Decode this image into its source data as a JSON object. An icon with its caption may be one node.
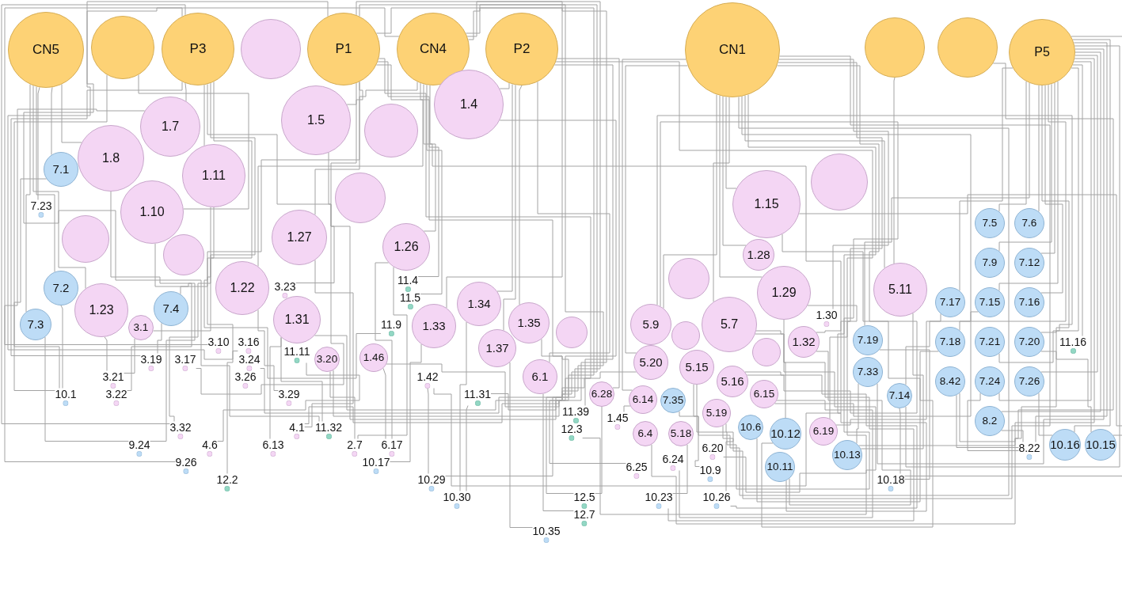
{
  "diagram": {
    "nodes": [
      {
        "text": [
          "CN5"
        ]
      },
      {
        "text": [],
        "shape": "circle"
      },
      {
        "text": [
          "P3"
        ]
      },
      {
        "text": [
          "P1"
        ]
      },
      {
        "text": [
          "CN4"
        ]
      },
      {
        "text": [
          "P2"
        ]
      },
      {
        "text": [
          "CN1"
        ]
      },
      {
        "text": [],
        "shape": "circle"
      },
      {
        "text": [],
        "shape": "circle"
      },
      {
        "text": [
          "P5"
        ]
      },
      {
        "text": [],
        "shape": "circle"
      },
      {
        "text": [],
        "shape": "circle"
      },
      {
        "text": [
          "1.5"
        ]
      },
      {
        "text": [
          "1.4"
        ]
      },
      {
        "text": [
          "1.7"
        ]
      },
      {
        "text": [
          "1.8"
        ]
      },
      {
        "text": [
          "7.1"
        ]
      },
      {
        "text": [],
        "shape": "circle"
      },
      {
        "text": [
          "1.11"
        ]
      },
      {
        "text": [],
        "shape": "circle"
      },
      {
        "text": [
          "1.15"
        ]
      },
      {
        "text": [
          "7.23"
        ]
      },
      {
        "text": [
          "1.10"
        ]
      },
      {
        "text": [],
        "shape": "circle"
      },
      {
        "text": [
          "7.5"
        ]
      },
      {
        "text": [
          "1.27"
        ]
      },
      {
        "text": [
          "7.6"
        ]
      },
      {
        "text": [
          "1.26"
        ]
      },
      {
        "text": [
          "1.28"
        ]
      },
      {
        "text": [],
        "shape": "circle"
      },
      {
        "text": [
          "7.9"
        ]
      },
      {
        "text": [
          "7.12"
        ]
      },
      {
        "text": [
          "11.4"
        ]
      },
      {
        "text": [
          "7.2"
        ]
      },
      {
        "text": [
          "1.22"
        ]
      },
      {
        "text": [
          "3.23"
        ]
      },
      {
        "text": [
          "5.11"
        ]
      },
      {
        "text": [
          "7.15"
        ]
      },
      {
        "text": [
          "1.29"
        ]
      },
      {
        "text": [
          "11.5"
        ]
      },
      {
        "text": [],
        "shape": "circle"
      },
      {
        "text": [
          "1.34"
        ]
      },
      {
        "text": [
          "1.23"
        ]
      },
      {
        "text": [
          "7.4"
        ]
      },
      {
        "text": [
          "7.17"
        ]
      },
      {
        "text": [
          "7.16"
        ]
      },
      {
        "text": [
          "1.30"
        ]
      },
      {
        "text": [
          "1.31"
        ]
      },
      {
        "text": [
          "7.3"
        ]
      },
      {
        "text": [
          "11.9"
        ]
      },
      {
        "text": [
          "1.33"
        ]
      },
      {
        "text": [
          "1.35"
        ]
      },
      {
        "text": [],
        "shape": "circle"
      },
      {
        "text": [
          "5.9"
        ]
      },
      {
        "text": [
          "5.7"
        ]
      },
      {
        "text": [],
        "shape": "circle"
      },
      {
        "text": [
          "7.18"
        ]
      },
      {
        "text": [
          "3.1"
        ]
      },
      {
        "text": [],
        "shape": "circle"
      },
      {
        "text": [
          "3.10"
        ]
      },
      {
        "text": [
          "3.16"
        ]
      },
      {
        "text": [
          "7.19"
        ]
      },
      {
        "text": [
          "1.32"
        ]
      },
      {
        "text": [
          "7.21"
        ]
      },
      {
        "text": [
          "7.20"
        ]
      },
      {
        "text": [
          "11.16"
        ]
      },
      {
        "text": [
          "1.37"
        ]
      },
      {
        "text": [
          "11.11"
        ]
      },
      {
        "text": [
          "3.19"
        ]
      },
      {
        "text": [
          "3.17"
        ]
      },
      {
        "text": [
          "3.24"
        ]
      },
      {
        "text": [
          "3.20"
        ]
      },
      {
        "text": [
          "1.46"
        ]
      },
      {
        "text": [
          "5.20"
        ]
      },
      {
        "text": [
          "5.15"
        ]
      },
      {
        "text": [
          "7.24"
        ]
      },
      {
        "text": [
          "7.33"
        ]
      },
      {
        "text": [
          "3.21"
        ]
      },
      {
        "text": [
          "3.26"
        ]
      },
      {
        "text": [
          "1.42"
        ]
      },
      {
        "text": [
          "6.1"
        ]
      },
      {
        "text": [
          "5.16"
        ]
      },
      {
        "text": [
          "8.42"
        ]
      },
      {
        "text": [
          "7.26"
        ]
      },
      {
        "text": [
          "10.1"
        ]
      },
      {
        "text": [
          "3.22"
        ]
      },
      {
        "text": [
          "3.29"
        ]
      },
      {
        "text": [
          "11.31"
        ]
      },
      {
        "text": [
          "6.28"
        ]
      },
      {
        "text": [
          "6.15"
        ]
      },
      {
        "text": [
          "8.2"
        ]
      },
      {
        "text": [
          "7.35"
        ]
      },
      {
        "text": [
          "7.14"
        ]
      },
      {
        "text": [
          "6.14"
        ]
      },
      {
        "text": [
          "11.39"
        ]
      },
      {
        "text": [
          "5.19"
        ]
      },
      {
        "text": [
          "1.45"
        ]
      },
      {
        "text": [
          "3.32"
        ]
      },
      {
        "text": [
          "4.1"
        ]
      },
      {
        "text": [
          "11.32"
        ]
      },
      {
        "text": [
          "12.3"
        ]
      },
      {
        "text": [
          "5.18"
        ]
      },
      {
        "text": [
          "10.6"
        ]
      },
      {
        "text": [
          "6.4"
        ]
      },
      {
        "text": [
          "10.12"
        ]
      },
      {
        "text": [
          "6.19"
        ]
      },
      {
        "text": [
          "9.24"
        ]
      },
      {
        "text": [
          "4.6"
        ]
      },
      {
        "text": [
          "6.13"
        ]
      },
      {
        "text": [
          "2.7"
        ]
      },
      {
        "text": [
          "6.17"
        ]
      },
      {
        "text": [
          "6.24"
        ]
      },
      {
        "text": [
          "6.20"
        ]
      },
      {
        "text": [
          "8.22"
        ]
      },
      {
        "text": [
          "10.16"
        ]
      },
      {
        "text": [
          "10.15"
        ]
      },
      {
        "text": [
          "10.13"
        ]
      },
      {
        "text": [
          "9.26"
        ]
      },
      {
        "text": [
          "10.17"
        ]
      },
      {
        "text": [
          "6.25"
        ]
      },
      {
        "text": [
          "10.11"
        ]
      },
      {
        "text": [
          "10.9"
        ]
      },
      {
        "text": [
          "12.2"
        ]
      },
      {
        "text": [
          "10.29"
        ]
      },
      {
        "text": [
          "10.18"
        ]
      },
      {
        "text": [
          "10.30"
        ]
      },
      {
        "text": [
          "12.5"
        ]
      },
      {
        "text": [
          "10.23"
        ]
      },
      {
        "text": [
          "10.26"
        ]
      },
      {
        "text": [
          "12.7"
        ]
      },
      {
        "text": [
          "10.35"
        ]
      }
    ],
    "edges": [
      {
        "from": 0,
        "to": 15,
        "arrow": "none"
      },
      {
        "from": 0,
        "to": 16,
        "arrow": "none"
      },
      {
        "from": 0,
        "to": 21,
        "arrow": "none"
      },
      {
        "from": 0,
        "to": 33,
        "arrow": "none"
      },
      {
        "from": 0,
        "to": 48,
        "arrow": "none"
      },
      {
        "from": 0,
        "to": 42,
        "arrow": "none"
      },
      {
        "from": 1,
        "to": 84,
        "arrow": "none"
      },
      {
        "from": 1,
        "to": 22,
        "arrow": "none"
      },
      {
        "from": 2,
        "to": 14,
        "arrow": "none"
      },
      {
        "from": 2,
        "to": 18,
        "arrow": "none"
      },
      {
        "from": 2,
        "to": 43,
        "arrow": "none"
      },
      {
        "from": 2,
        "to": 57,
        "arrow": "none"
      },
      {
        "from": 2,
        "to": 68,
        "arrow": "none"
      },
      {
        "from": 2,
        "to": 69,
        "arrow": "none"
      },
      {
        "from": 2,
        "to": 59,
        "arrow": "none"
      },
      {
        "from": 2,
        "to": 97,
        "arrow": "none"
      },
      {
        "from": 3,
        "to": 12,
        "arrow": "none"
      },
      {
        "from": 3,
        "to": 25,
        "arrow": "none"
      },
      {
        "from": 3,
        "to": 34,
        "arrow": "none"
      },
      {
        "from": 3,
        "to": 47,
        "arrow": "none"
      },
      {
        "from": 3,
        "to": 60,
        "arrow": "none"
      },
      {
        "from": 3,
        "to": 70,
        "arrow": "none"
      },
      {
        "from": 3,
        "to": 35,
        "arrow": "none"
      },
      {
        "from": 3,
        "to": 71,
        "arrow": "none"
      },
      {
        "from": 3,
        "to": 67,
        "arrow": "none"
      },
      {
        "from": 3,
        "to": 98,
        "arrow": "none"
      },
      {
        "from": 4,
        "to": 27,
        "arrow": "none"
      },
      {
        "from": 4,
        "to": 32,
        "arrow": "none"
      },
      {
        "from": 4,
        "to": 39,
        "arrow": "none"
      },
      {
        "from": 4,
        "to": 49,
        "arrow": "none"
      },
      {
        "from": 4,
        "to": 50,
        "arrow": "none"
      },
      {
        "from": 4,
        "to": 72,
        "arrow": "none"
      },
      {
        "from": 4,
        "to": 79,
        "arrow": "none"
      },
      {
        "from": 4,
        "to": 87,
        "arrow": "none"
      },
      {
        "from": 4,
        "to": 99,
        "arrow": "none"
      },
      {
        "from": 5,
        "to": 13,
        "arrow": "none"
      },
      {
        "from": 5,
        "to": 41,
        "arrow": "none"
      },
      {
        "from": 5,
        "to": 51,
        "arrow": "none"
      },
      {
        "from": 5,
        "to": 66,
        "arrow": "none"
      },
      {
        "from": 5,
        "to": 80,
        "arrow": "none"
      },
      {
        "from": 5,
        "to": 94,
        "arrow": "none"
      },
      {
        "from": 5,
        "to": 100,
        "arrow": "none"
      },
      {
        "from": 5,
        "to": 88,
        "arrow": "none"
      },
      {
        "from": 6,
        "to": 20,
        "arrow": "none"
      },
      {
        "from": 6,
        "to": 28,
        "arrow": "none"
      },
      {
        "from": 6,
        "to": 38,
        "arrow": "none"
      },
      {
        "from": 6,
        "to": 53,
        "arrow": "none"
      },
      {
        "from": 6,
        "to": 54,
        "arrow": "none"
      },
      {
        "from": 6,
        "to": 73,
        "arrow": "none"
      },
      {
        "from": 6,
        "to": 74,
        "arrow": "none"
      },
      {
        "from": 6,
        "to": 81,
        "arrow": "none"
      },
      {
        "from": 6,
        "to": 36,
        "arrow": "none"
      },
      {
        "from": 6,
        "to": 62,
        "arrow": "none"
      },
      {
        "from": 6,
        "to": 89,
        "arrow": "none"
      },
      {
        "from": 6,
        "to": 46,
        "arrow": "none"
      },
      {
        "from": 6,
        "to": 91,
        "arrow": "none"
      },
      {
        "from": 6,
        "to": 95,
        "arrow": "none"
      },
      {
        "from": 6,
        "to": 93,
        "arrow": "none"
      },
      {
        "from": 9,
        "to": 24,
        "arrow": "none"
      },
      {
        "from": 9,
        "to": 26,
        "arrow": "none"
      },
      {
        "from": 9,
        "to": 30,
        "arrow": "none"
      },
      {
        "from": 9,
        "to": 31,
        "arrow": "none"
      },
      {
        "from": 9,
        "to": 37,
        "arrow": "none"
      },
      {
        "from": 9,
        "to": 44,
        "arrow": "none"
      },
      {
        "from": 9,
        "to": 45,
        "arrow": "none"
      },
      {
        "from": 9,
        "to": 56,
        "arrow": "none"
      },
      {
        "from": 9,
        "to": 63,
        "arrow": "none"
      },
      {
        "from": 9,
        "to": 64,
        "arrow": "none"
      },
      {
        "from": 9,
        "to": 65,
        "arrow": "none"
      },
      {
        "from": 9,
        "to": 75,
        "arrow": "none"
      },
      {
        "from": 9,
        "to": 82,
        "arrow": "none"
      },
      {
        "from": 9,
        "to": 83,
        "arrow": "none"
      },
      {
        "from": 9,
        "to": 90,
        "arrow": "none"
      },
      {
        "from": 9,
        "to": 61,
        "arrow": "none"
      },
      {
        "from": 9,
        "to": 76,
        "arrow": "none"
      },
      {
        "from": 9,
        "to": 92,
        "arrow": "none"
      },
      {
        "from": 9,
        "to": 113,
        "arrow": "none"
      },
      {
        "from": 9,
        "to": 114,
        "arrow": "none"
      },
      {
        "from": 9,
        "to": 115,
        "arrow": "none"
      },
      {
        "from": 7,
        "to": 36,
        "arrow": "none"
      },
      {
        "from": 8,
        "to": 116,
        "arrow": "none"
      },
      {
        "from": 15,
        "to": 85,
        "arrow": "none"
      },
      {
        "from": 42,
        "to": 77,
        "arrow": "none"
      },
      {
        "from": 22,
        "to": 106,
        "arrow": "none"
      },
      {
        "from": 18,
        "to": 97,
        "arrow": "none"
      },
      {
        "from": 34,
        "to": 86,
        "arrow": "none"
      },
      {
        "from": 25,
        "to": 98,
        "arrow": "none"
      },
      {
        "from": 47,
        "to": 99,
        "arrow": "none"
      },
      {
        "from": 47,
        "to": 108,
        "arrow": "none"
      },
      {
        "from": 12,
        "to": 107,
        "arrow": "none"
      },
      {
        "from": 14,
        "to": 117,
        "arrow": "none"
      },
      {
        "from": 18,
        "to": 122,
        "arrow": "none"
      },
      {
        "from": 27,
        "to": 109,
        "arrow": "none"
      },
      {
        "from": 27,
        "to": 110,
        "arrow": "none"
      },
      {
        "from": 50,
        "to": 118,
        "arrow": "none"
      },
      {
        "from": 13,
        "to": 123,
        "arrow": "none"
      },
      {
        "from": 41,
        "to": 125,
        "arrow": "none"
      },
      {
        "from": 66,
        "to": 130,
        "arrow": "none"
      },
      {
        "from": 51,
        "to": 126,
        "arrow": "none"
      },
      {
        "from": 80,
        "to": 129,
        "arrow": "none"
      },
      {
        "from": 53,
        "to": 111,
        "arrow": "none"
      },
      {
        "from": 54,
        "to": 112,
        "arrow": "none"
      },
      {
        "from": 73,
        "to": 119,
        "arrow": "none"
      },
      {
        "from": 74,
        "to": 121,
        "arrow": "none"
      },
      {
        "from": 20,
        "to": 102,
        "arrow": "none"
      },
      {
        "from": 38,
        "to": 104,
        "arrow": "none"
      },
      {
        "from": 38,
        "to": 105,
        "arrow": "none"
      },
      {
        "from": 36,
        "to": 116,
        "arrow": "none"
      },
      {
        "from": 62,
        "to": 120,
        "arrow": "none"
      },
      {
        "from": 20,
        "to": 124,
        "arrow": "none"
      },
      {
        "from": 54,
        "to": 127,
        "arrow": "none"
      },
      {
        "from": 81,
        "to": 128,
        "arrow": "none"
      },
      {
        "from": 53,
        "to": 103,
        "arrow": "none"
      },
      {
        "from": 93,
        "to": 96,
        "arrow": "none"
      },
      {
        "from": 89,
        "to": 120,
        "arrow": "none"
      },
      {
        "from": 101,
        "to": 127,
        "arrow": "none"
      },
      {
        "from": 88,
        "to": 126,
        "arrow": "none"
      },
      {
        "from": 95,
        "to": 128,
        "arrow": "none"
      },
      {
        "from": 16,
        "to": 84,
        "arrow": "none"
      },
      {
        "from": 33,
        "to": 84,
        "arrow": "none"
      },
      {
        "from": 48,
        "to": 106,
        "arrow": "none"
      },
      {
        "from": 43,
        "to": 68,
        "arrow": "none"
      },
      {
        "from": 57,
        "to": 77,
        "arrow": "none"
      },
      {
        "from": 71,
        "to": 109,
        "arrow": "none"
      },
      {
        "from": 72,
        "to": 110,
        "arrow": "none"
      },
      {
        "from": 79,
        "to": 123,
        "arrow": "none"
      },
      {
        "from": 87,
        "to": 125,
        "arrow": "none"
      },
      {
        "from": 61,
        "to": 124,
        "arrow": "none"
      },
      {
        "from": 76,
        "to": 116,
        "arrow": "none"
      },
      {
        "from": 92,
        "to": 124,
        "arrow": "none"
      },
      {
        "from": 90,
        "to": 113,
        "arrow": "none"
      },
      {
        "from": 83,
        "to": 114,
        "arrow": "none"
      },
      {
        "from": 82,
        "to": 113,
        "arrow": "none"
      },
      {
        "from": 64,
        "to": 115,
        "arrow": "none"
      },
      {
        "from": 75,
        "to": 113,
        "arrow": "none"
      },
      {
        "from": 44,
        "to": 105,
        "arrow": "none"
      },
      {
        "from": 56,
        "to": 104,
        "arrow": "none"
      },
      {
        "from": 37,
        "to": 92,
        "arrow": "none"
      }
    ]
  }
}
